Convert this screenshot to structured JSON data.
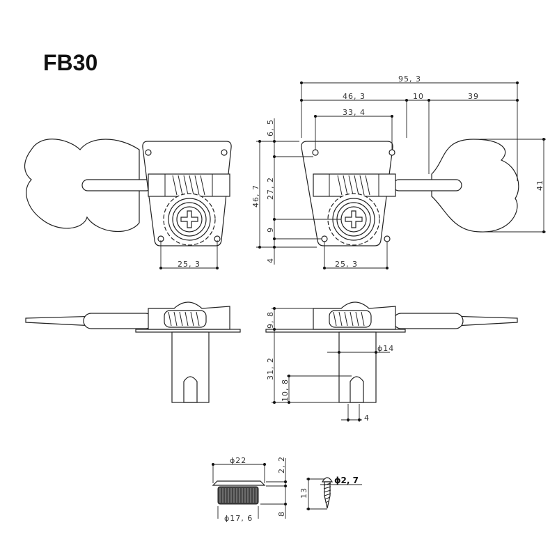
{
  "title": "FB30",
  "front_view": {
    "overall_width": "95, 3",
    "to_shaft": "46, 3",
    "shaft_gap": "10",
    "button": "39",
    "top_holes": "33, 4",
    "overall_height": "46, 7",
    "top_offset": "6, 5",
    "hole_to_post": "27, 2",
    "post_to_hole": "9",
    "bottom_offset": "4",
    "button_height": "41",
    "bottom_holes_left": "25, 3",
    "bottom_holes_right": "25, 3"
  },
  "side_view": {
    "housing_height": "9, 8",
    "post_length": "31, 2",
    "slot_depth": "10, 8",
    "post_diameter": "ϕ14",
    "slot_width": "4"
  },
  "bushing": {
    "diameter": "ϕ22",
    "flange": "2, 2",
    "height": "8",
    "inner_diameter": "ϕ17, 6"
  },
  "screw": {
    "diameter": "ϕ2, 7",
    "length": "13"
  }
}
